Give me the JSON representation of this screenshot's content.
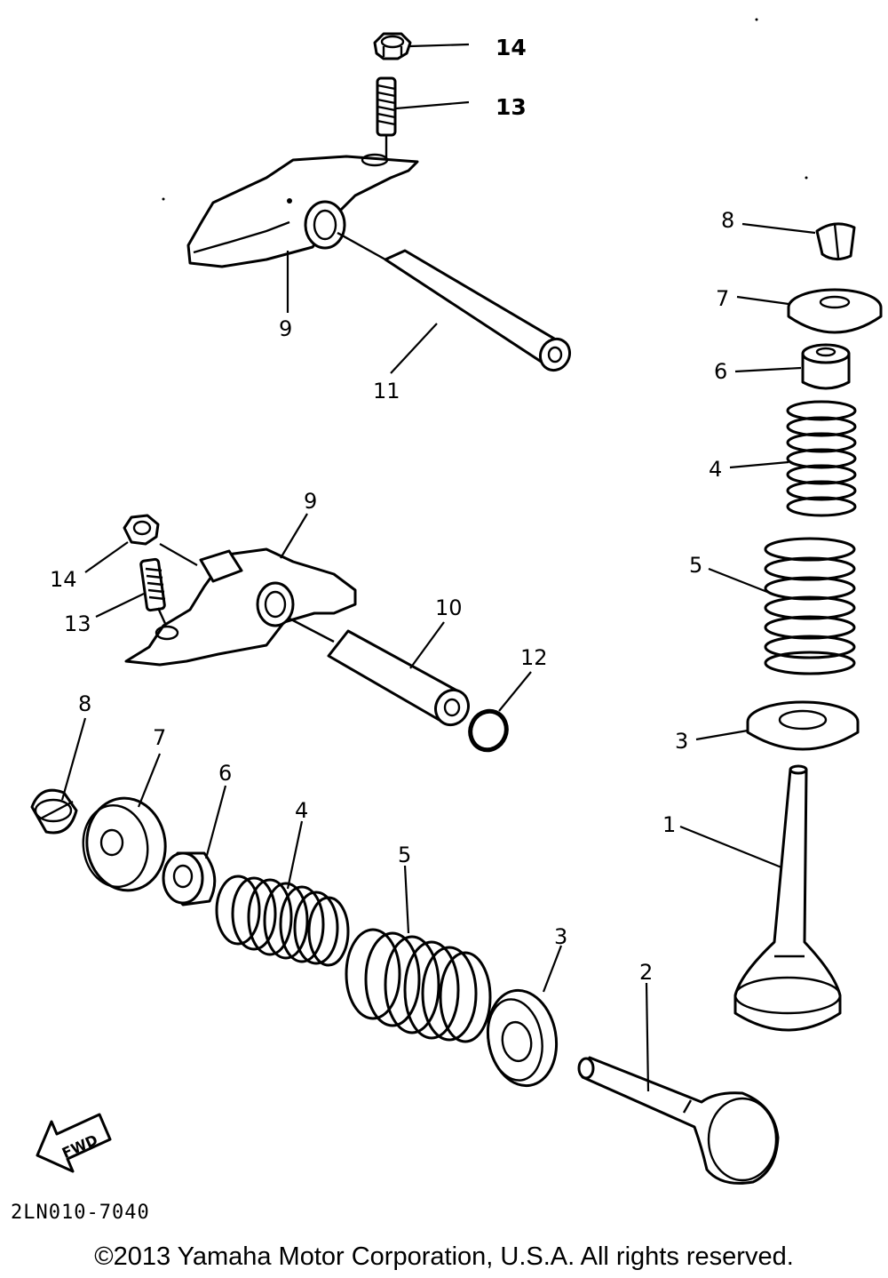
{
  "labels": {
    "top_nut": "14",
    "top_screw": "13",
    "top_arm": "9",
    "top_shaft": "11",
    "right_retainer_clip": "8",
    "right_retainer": "7",
    "right_seal": "6",
    "right_inner_spring": "4",
    "right_outer_spring": "5",
    "right_seat": "3",
    "right_valve": "1",
    "mid_arm": "9",
    "mid_nut": "14",
    "mid_screw": "13",
    "mid_shaft": "10",
    "mid_ring": "12",
    "low_clip": "8",
    "low_retainer": "7",
    "low_seal": "6",
    "low_inner_spring": "4",
    "low_outer_spring": "5",
    "low_seat": "3",
    "low_valve": "2"
  },
  "fwd_text": "FWD",
  "diagram_code": "2LN010-7040",
  "copyright": "©2013 Yamaha Motor Corporation, U.S.A. All rights reserved."
}
